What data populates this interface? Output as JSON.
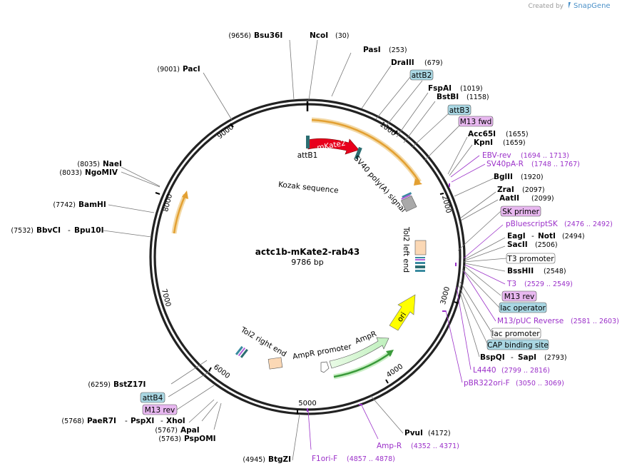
{
  "credit": {
    "prefix": "Created by",
    "brand": "SnapGene"
  },
  "plasmid": {
    "name": "actc1b-mKate2-rab43",
    "length_label": "9786 bp"
  },
  "ticks": [
    "1000",
    "2000",
    "3000",
    "4000",
    "5000",
    "6000",
    "7000",
    "8000",
    "9000"
  ],
  "enzymes": {
    "bsu36i": {
      "pos": "(9656)",
      "name": "Bsu36I"
    },
    "ncoi": {
      "name": "NcoI",
      "pos": "(30)"
    },
    "pasi": {
      "name": "PasI",
      "pos": "(253)"
    },
    "draiii": {
      "name": "DraIII",
      "pos": "(679)"
    },
    "fspai": {
      "name": "FspAI",
      "pos": "(1019)"
    },
    "bstbi": {
      "name": "BstBI",
      "pos": "(1158)"
    },
    "acc65i": {
      "name": "Acc65I",
      "pos": "(1655)"
    },
    "kpni": {
      "name": "KpnI",
      "pos": "(1659)"
    },
    "bglii": {
      "name": "BglII",
      "pos": "(1920)"
    },
    "zrai": {
      "name": "ZraI",
      "pos": "(2097)"
    },
    "aatii": {
      "name": "AatII",
      "pos": "(2099)"
    },
    "eagi": {
      "name": "EagI",
      "sep": "-",
      "name2": "NotI",
      "pos": "(2494)"
    },
    "sacii": {
      "name": "SacII",
      "pos": "(2506)"
    },
    "bsshii": {
      "name": "BssHII",
      "pos": "(2548)"
    },
    "bspqi": {
      "name": "BspQI",
      "sep": "-",
      "name2": "SapI",
      "pos": "(2793)"
    },
    "pvui": {
      "name": "PvuI",
      "pos": "(4172)"
    },
    "btgzi": {
      "pos": "(4945)",
      "name": "BtgZI"
    },
    "pspomi": {
      "pos": "(5763)",
      "name": "PspOMI"
    },
    "apai": {
      "pos": "(5767)",
      "name": "ApaI"
    },
    "paer7i": {
      "pos": "(5768)",
      "name": "PaeR7I",
      "sep": "-",
      "name2": "PspXI",
      "sep2": "-",
      "name3": "XhoI"
    },
    "bstz17i": {
      "pos": "(6259)",
      "name": "BstZ17I"
    },
    "bbvci": {
      "pos": "(7532)",
      "name": "BbvCI",
      "sep": "-",
      "name2": "Bpu10I"
    },
    "bamhi": {
      "pos": "(7742)",
      "name": "BamHI"
    },
    "ngomiv": {
      "pos": "(8033)",
      "name": "NgoMIV"
    },
    "naei": {
      "pos": "(8035)",
      "name": "NaeI"
    },
    "paci": {
      "pos": "(9001)",
      "name": "PacI"
    }
  },
  "primers": {
    "ebv_rev": {
      "name": "EBV-rev",
      "range": "(1694 .. 1713)"
    },
    "sv40pa_r": {
      "name": "SV40pA-R",
      "range": "(1748 .. 1767)"
    },
    "pbluescriptsk": {
      "name": "pBluescriptSK",
      "range": "(2476 .. 2492)"
    },
    "t3": {
      "name": "T3",
      "range": "(2529 .. 2549)"
    },
    "m13_puc_rev": {
      "name": "M13/pUC Reverse",
      "range": "(2581 .. 2603)"
    },
    "l4440": {
      "name": "L4440",
      "range": "(2799 .. 2816)"
    },
    "pbr322ori_f": {
      "name": "pBR322ori-F",
      "range": "(3050 .. 3069)"
    },
    "amp_r": {
      "name": "Amp-R",
      "range": "(4352 .. 4371)"
    },
    "f1ori_f": {
      "name": "F1ori-F",
      "range": "(4857 .. 4878)"
    }
  },
  "boxes": {
    "attb2": "attB2",
    "attb3": "attB3",
    "m13fwd": "M13 fwd",
    "skprimer": "SK primer",
    "t3promoter": "T3 promoter",
    "m13rev_right": "M13 rev",
    "lacoperator": "lac operator",
    "lacpromoter": "lac promoter",
    "capsite": "CAP binding site",
    "attb4": "attB4",
    "m13rev_left": "M13 rev"
  },
  "features": {
    "mkate2": "mKate2",
    "attb1": "attB1",
    "kozak": "Kozak sequence",
    "sv40": "SV40 poly(A) signal",
    "tol2_left": "Tol2 left end",
    "ori": "ori",
    "ampr": "AmpR",
    "ampr_promoter": "AmpR promoter",
    "tol2_right": "Tol2 right end"
  },
  "colors": {
    "mkate2": "#e8001c",
    "ori": "#ffff00",
    "ampr": "#c8f5c8",
    "tol2": "#fbd8b5",
    "orf_arrow": "#e3a032",
    "orf_arrow_green": "#3a9a3a",
    "box_blue": "#a9d7e3",
    "box_purple": "#e8b8f0",
    "primer": "#9b30c9"
  }
}
